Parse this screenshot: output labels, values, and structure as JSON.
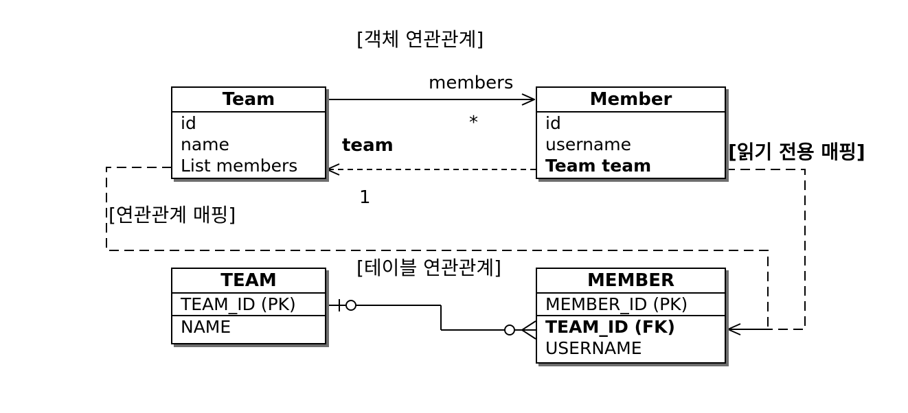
{
  "titles": {
    "object_relation": "[객체 연관관계]",
    "table_relation": "[테이블 연관관계]",
    "relation_mapping": "[연관관계 매핑]",
    "read_only_mapping": "[읽기 전용 매핑]"
  },
  "object_model": {
    "team": {
      "name": "Team",
      "fields": [
        "id",
        "name",
        "List members"
      ]
    },
    "member": {
      "name": "Member",
      "fields": [
        "id",
        "username",
        "Team team"
      ]
    },
    "labels": {
      "members": "members",
      "many": "*",
      "team": "team",
      "one": "1"
    }
  },
  "table_model": {
    "team": {
      "name": "TEAM",
      "columns": [
        "TEAM_ID (PK)",
        "NAME"
      ]
    },
    "member": {
      "name": "MEMBER",
      "columns": [
        "MEMBER_ID (PK)",
        "TEAM_ID (FK)",
        "USERNAME"
      ]
    }
  }
}
